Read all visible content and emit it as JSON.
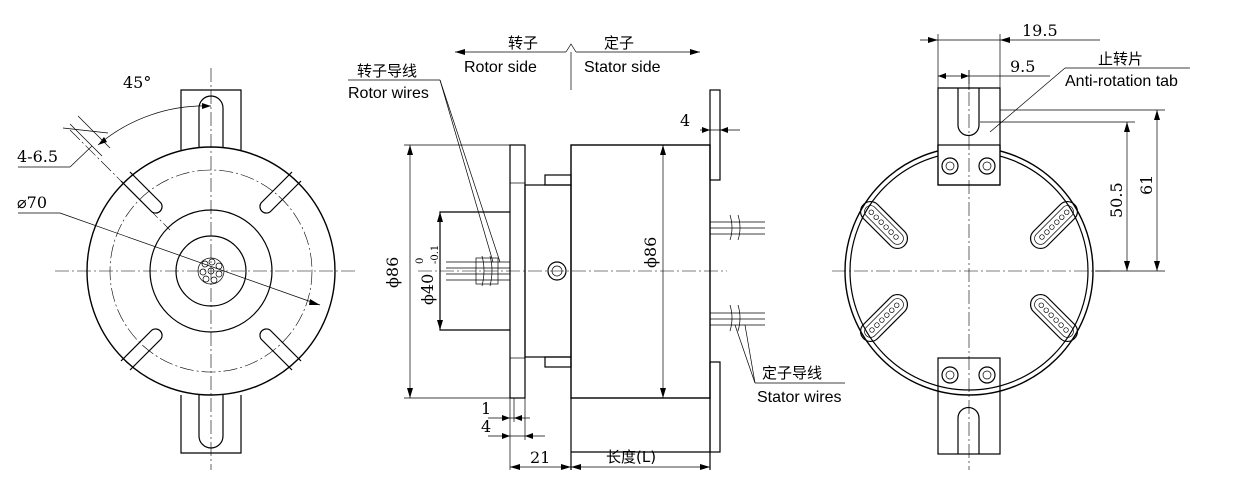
{
  "front_view": {
    "angle": "45°",
    "holes": "4-6.5",
    "diameter": "⌀70"
  },
  "side_view": {
    "rotor_side_cn": "转子",
    "stator_side_cn": "定子",
    "rotor_side": "Rotor side",
    "stator_side": "Stator  side",
    "rotor_wires_cn": "转子导线",
    "rotor_wires": "Rotor wires",
    "stator_wires_cn": "定子导线",
    "stator_wires": "Stator wires",
    "dim_flange": "4",
    "dim_od_left": "ϕ86",
    "dim_bore_main": "ϕ40",
    "dim_bore_tol_upper": "0",
    "dim_bore_tol_lower": "-0.1",
    "dim_od_right": "ϕ86",
    "dim_1": "1",
    "dim_4_bottom": "4",
    "dim_21": "21",
    "length_label": "长度(L)"
  },
  "back_view": {
    "dim_19_5": "19.5",
    "dim_9_5": "9.5",
    "tab_cn": "止转片",
    "tab_en": "Anti-rotation tab",
    "dim_50_5": "50.5",
    "dim_61": "61"
  },
  "colors": {
    "line": "#000000",
    "background": "#ffffff"
  }
}
